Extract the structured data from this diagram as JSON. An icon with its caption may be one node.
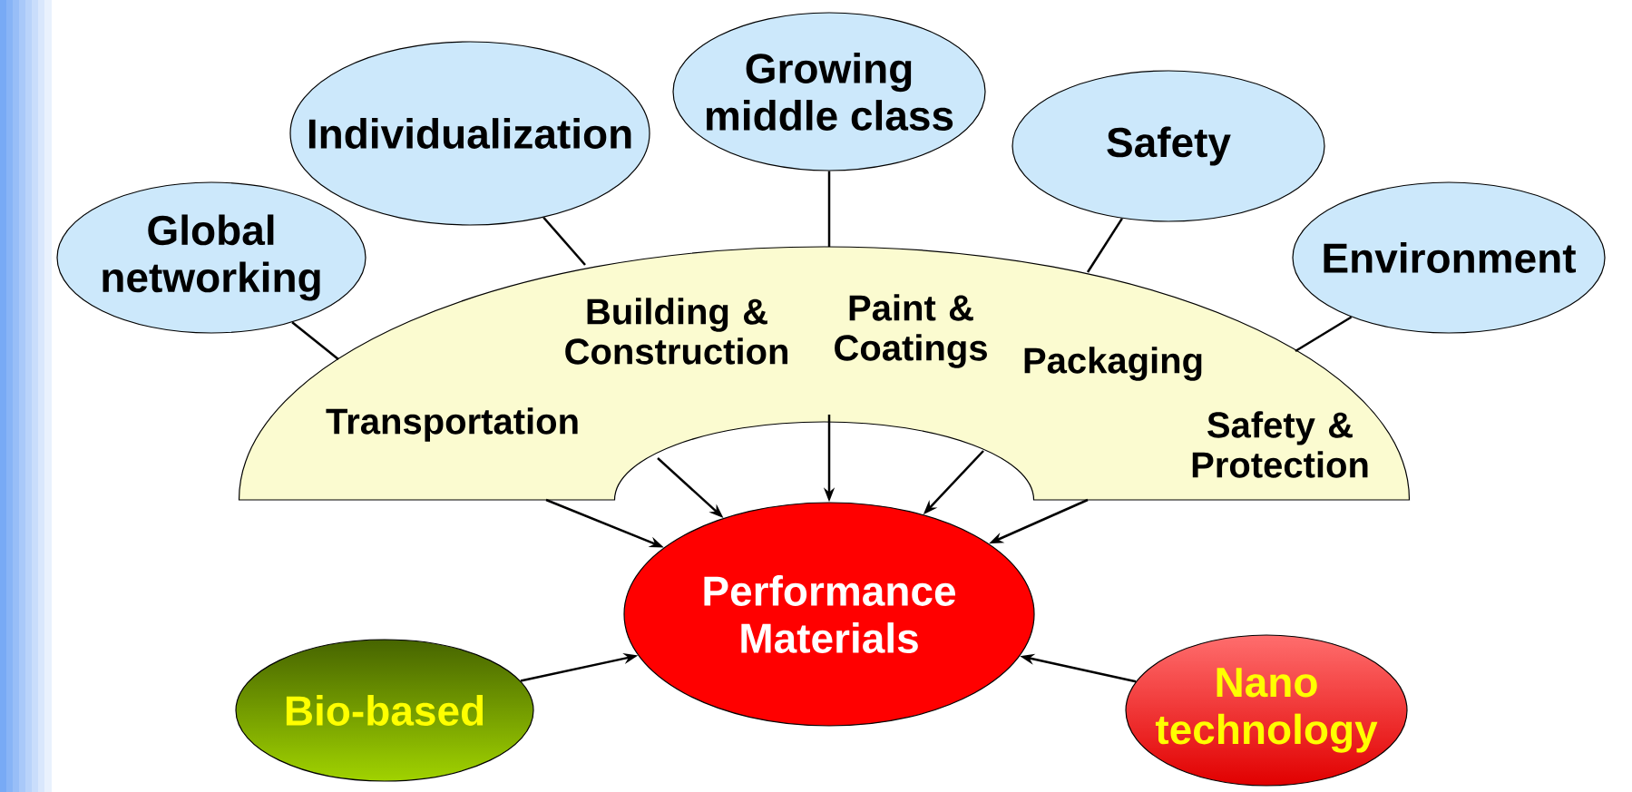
{
  "diagram": {
    "nodes": [
      {
        "text": [
          "Global networking"
        ]
      },
      {
        "text": [
          "Individualization"
        ]
      },
      {
        "text": [
          "Growing middle class"
        ]
      },
      {
        "text": [
          "Safety"
        ]
      },
      {
        "text": [
          "Environment"
        ]
      },
      {
        "text": [
          "Transportation",
          "Building & Construction",
          "Paint & Coatings",
          "Packaging",
          "Safety & Protection"
        ]
      },
      {
        "text": [
          "Performance Materials"
        ]
      },
      {
        "text": [
          "Bio-based"
        ]
      },
      {
        "text": [
          "Nano technology"
        ]
      }
    ],
    "edges": [
      {
        "from": 0,
        "to": 5,
        "arrow": "none"
      },
      {
        "from": 1,
        "to": 5,
        "arrow": "none"
      },
      {
        "from": 2,
        "to": 5,
        "arrow": "none"
      },
      {
        "from": 3,
        "to": 5,
        "arrow": "none"
      },
      {
        "from": 4,
        "to": 5,
        "arrow": "none"
      },
      {
        "from": 5,
        "to": 6,
        "arrow": "to"
      },
      {
        "from": 5,
        "to": 6,
        "arrow": "to"
      },
      {
        "from": 5,
        "to": 6,
        "arrow": "to"
      },
      {
        "from": 5,
        "to": 6,
        "arrow": "to"
      },
      {
        "from": 5,
        "to": 6,
        "arrow": "to"
      },
      {
        "from": 7,
        "to": 6,
        "arrow": "to"
      },
      {
        "from": 8,
        "to": 6,
        "arrow": "to"
      }
    ]
  }
}
